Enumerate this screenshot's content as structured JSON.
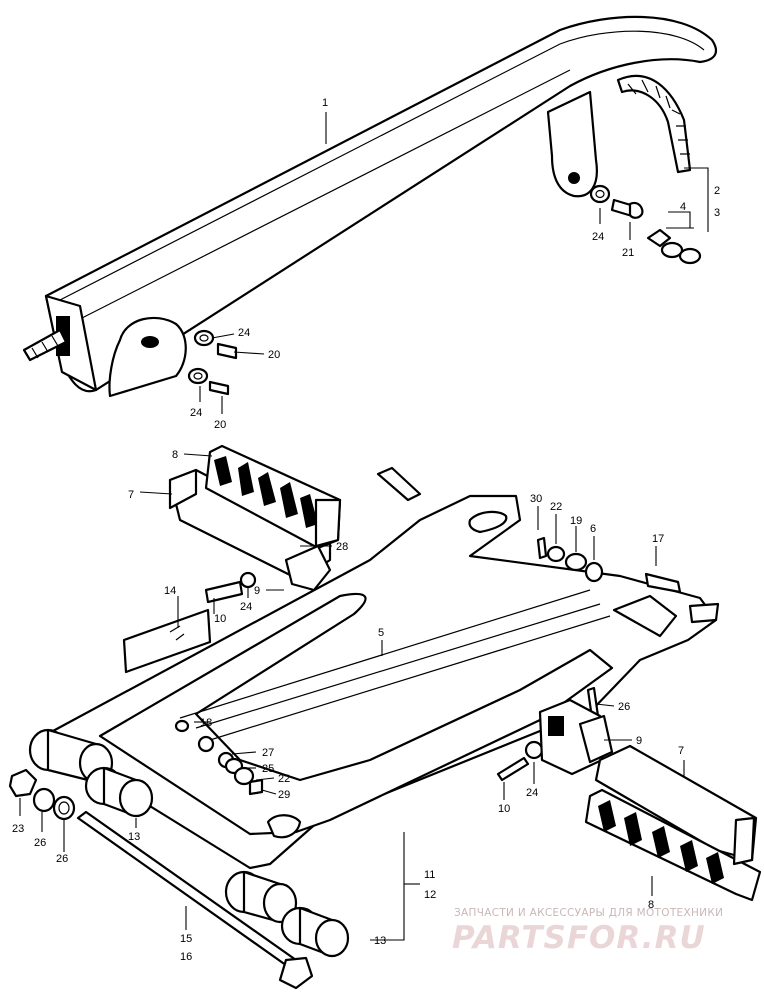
{
  "diagram": {
    "callouts": {
      "c1": "1",
      "c2": "2",
      "c3": "3",
      "c4": "4",
      "c24a": "24",
      "c21": "21",
      "c24b": "24",
      "c20a": "20",
      "c24c": "24",
      "c20b": "20",
      "c8a": "8",
      "c7a": "7",
      "c28": "28",
      "c9a": "9",
      "c14": "14",
      "c10a": "10",
      "c24d": "24",
      "c30": "30",
      "c22a": "22",
      "c19": "19",
      "c6": "6",
      "c17": "17",
      "c5": "5",
      "c18": "18",
      "c27": "27",
      "c25": "25",
      "c22b": "22",
      "c29": "29",
      "c26a": "26",
      "c9b": "9",
      "c7b": "7",
      "c10b": "10",
      "c24e": "24",
      "c23": "23",
      "c26b": "26",
      "c26c": "26",
      "c13a": "13",
      "c11": "11",
      "c12": "12",
      "c8b": "8",
      "c15": "15",
      "c16": "16",
      "c13b": "13"
    },
    "watermark": {
      "tagline": "ЗАПЧАСТИ И АКСЕССУАРЫ ДЛЯ МОТОТЕХНИКИ",
      "logo": "PARTSFOR.RU"
    }
  }
}
